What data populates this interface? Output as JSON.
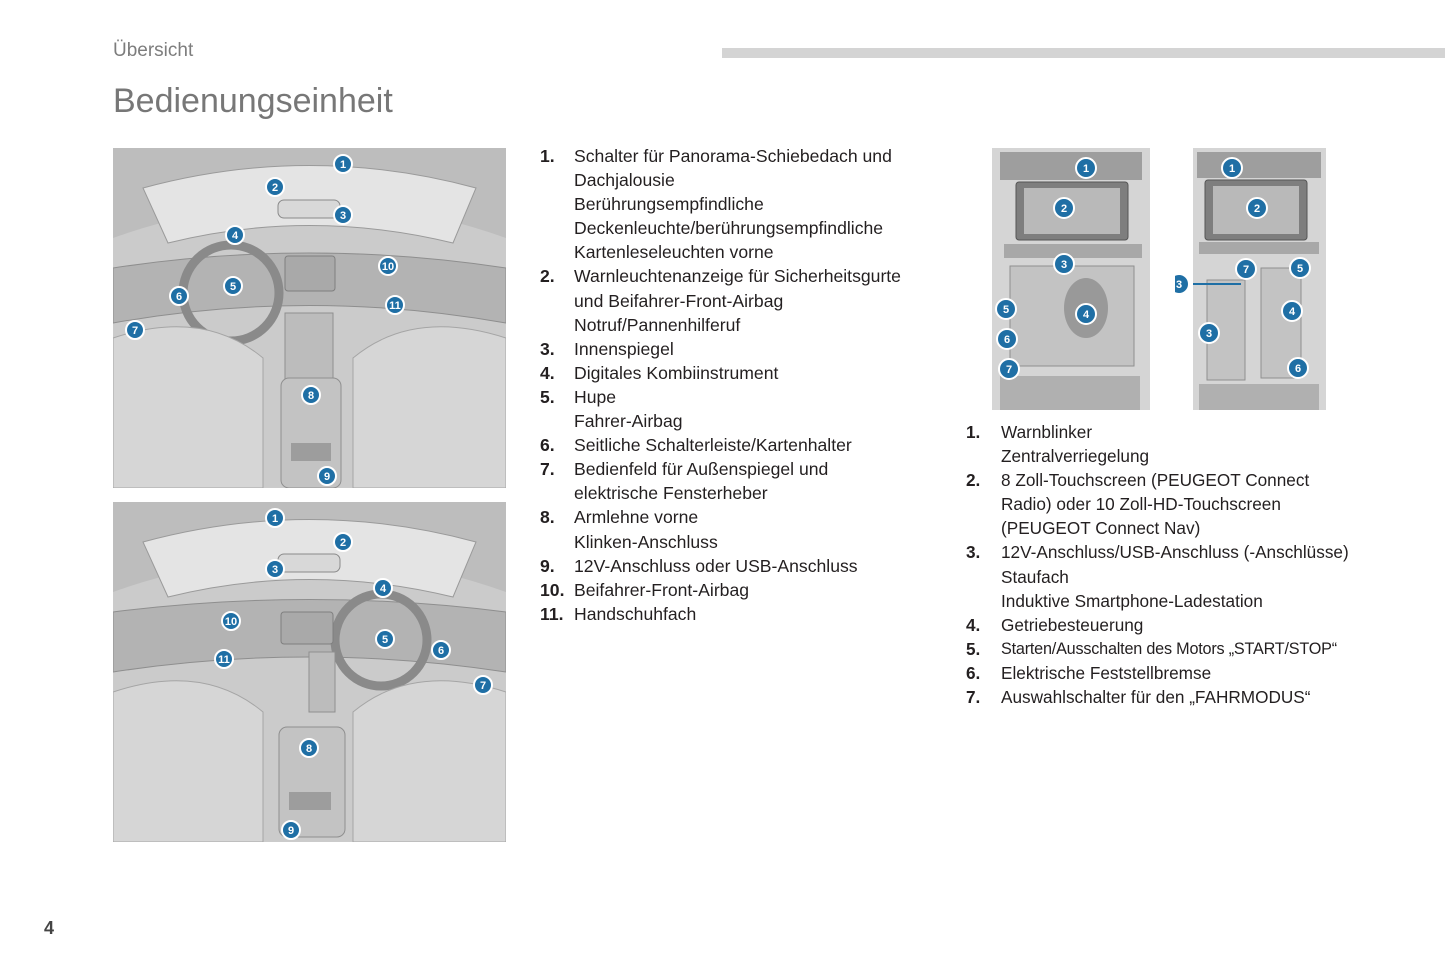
{
  "header": {
    "section": "Übersicht",
    "title": "Bedienungseinheit"
  },
  "page_number": "4",
  "figures": {
    "cockpit_top": [
      "1",
      "2",
      "3",
      "4",
      "5",
      "6",
      "7",
      "8",
      "9",
      "10",
      "11"
    ],
    "cockpit_bottom": [
      "1",
      "2",
      "3",
      "4",
      "5",
      "6",
      "7",
      "8",
      "9",
      "10",
      "11"
    ],
    "console_left": [
      "1",
      "2",
      "3",
      "4",
      "5",
      "6",
      "7"
    ],
    "console_right": [
      "1",
      "2",
      "3",
      "3",
      "4",
      "5",
      "6",
      "7"
    ]
  },
  "list_main": [
    {
      "num": "1.",
      "lines": [
        "Schalter für Panorama-Schiebedach und",
        "Dachjalousie",
        "Berührungsempfindliche",
        "Deckenleuchte/berührungsempfindliche",
        "Kartenleseleuchten vorne"
      ]
    },
    {
      "num": "2.",
      "lines": [
        "Warnleuchtenanzeige für Sicherheitsgurte",
        "und Beifahrer-Front-Airbag",
        "Notruf/Pannenhilferuf"
      ]
    },
    {
      "num": "3.",
      "lines": [
        "Innenspiegel"
      ]
    },
    {
      "num": "4.",
      "lines": [
        "Digitales Kombiinstrument"
      ]
    },
    {
      "num": "5.",
      "lines": [
        "Hupe",
        "Fahrer-Airbag"
      ]
    },
    {
      "num": "6.",
      "lines": [
        "Seitliche Schalterleiste/Kartenhalter"
      ]
    },
    {
      "num": "7.",
      "lines": [
        "Bedienfeld für Außenspiegel und",
        "elektrische Fensterheber"
      ]
    },
    {
      "num": "8.",
      "lines": [
        "Armlehne vorne",
        "Klinken-Anschluss"
      ]
    },
    {
      "num": "9.",
      "lines": [
        "12V-Anschluss oder USB-Anschluss"
      ]
    },
    {
      "num": "10.",
      "lines": [
        "Beifahrer-Front-Airbag"
      ]
    },
    {
      "num": "11.",
      "lines": [
        "Handschuhfach"
      ]
    }
  ],
  "list_console": [
    {
      "num": "1.",
      "lines": [
        "Warnblinker",
        "Zentralverriegelung"
      ]
    },
    {
      "num": "2.",
      "lines": [
        "8 Zoll-Touchscreen (PEUGEOT Connect",
        "Radio) oder 10 Zoll-HD-Touchscreen",
        "(PEUGEOT Connect Nav)"
      ]
    },
    {
      "num": "3.",
      "lines": [
        "12V-Anschluss/USB-Anschluss (-Anschlüsse)",
        "Staufach",
        "Induktive Smartphone-Ladestation"
      ]
    },
    {
      "num": "4.",
      "lines": [
        "Getriebesteuerung"
      ]
    },
    {
      "num": "5.",
      "lines": [
        "Starten/Ausschalten des Motors „START/STOP“"
      ]
    },
    {
      "num": "6.",
      "lines": [
        "Elektrische Feststellbremse"
      ]
    },
    {
      "num": "7.",
      "lines": [
        "Auswahlschalter für den „FAHRMODUS“"
      ]
    }
  ]
}
